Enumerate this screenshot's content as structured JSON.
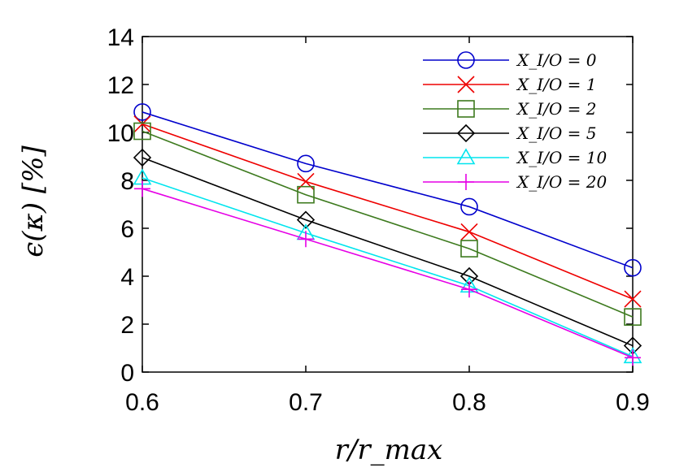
{
  "chart_data": {
    "type": "line",
    "x": [
      0.6,
      0.7,
      0.8,
      0.9
    ],
    "xlabel": "r/r_max",
    "ylabel": "ϵ(κ) [%]",
    "xlim": [
      0.6,
      0.9
    ],
    "ylim": [
      0,
      14
    ],
    "xticks": [
      "0.6",
      "0.7",
      "0.8",
      "0.9"
    ],
    "yticks": [
      "0",
      "2",
      "4",
      "6",
      "8",
      "10",
      "12",
      "14"
    ],
    "grid": false,
    "legend_position": "top-right",
    "series": [
      {
        "name": "X_I/O = 0",
        "values": [
          10.85,
          8.7,
          6.9,
          4.35
        ],
        "color": "#0000cc",
        "marker": "circle"
      },
      {
        "name": "X_I/O = 1",
        "values": [
          10.35,
          7.95,
          5.85,
          3.05
        ],
        "color": "#ee0000",
        "marker": "x"
      },
      {
        "name": "X_I/O = 2",
        "values": [
          10.05,
          7.4,
          5.15,
          2.3
        ],
        "color": "#3d7a1e",
        "marker": "square"
      },
      {
        "name": "X_I/O = 5",
        "values": [
          8.95,
          6.35,
          4.0,
          1.1
        ],
        "color": "#000000",
        "marker": "diamond"
      },
      {
        "name": "X_I/O = 10",
        "values": [
          8.1,
          5.8,
          3.6,
          0.65
        ],
        "color": "#00e5ee",
        "marker": "triangle"
      },
      {
        "name": "X_I/O = 20",
        "values": [
          7.65,
          5.55,
          3.45,
          0.6
        ],
        "color": "#e600e6",
        "marker": "plus"
      }
    ]
  }
}
